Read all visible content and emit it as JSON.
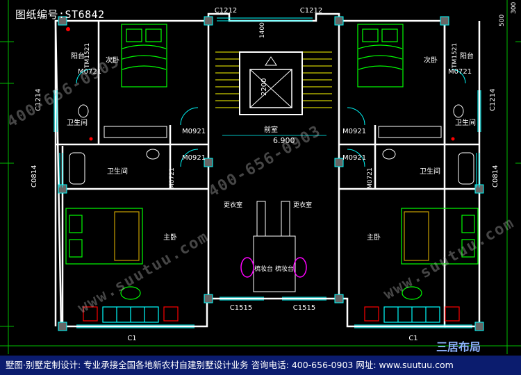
{
  "drawing_number": "图纸编号:ST6842",
  "windows": {
    "top_left": "C1212",
    "top_right": "C1212",
    "left_side": "C1214",
    "right_side": "C1214",
    "left_lower": "C0814",
    "right_lower": "C0814",
    "bottom_center_left": "C1515",
    "bottom_center_right": "C1515",
    "bottom_left": "C1",
    "bottom_right": "C1",
    "balcony_left": "TM1521",
    "balcony_right": "TM1521"
  },
  "doors": {
    "balcony_left": "M0721",
    "balcony_right": "M0721",
    "bath_left_upper": "M0921",
    "bath_right_upper": "M0921",
    "master_left": "M0921",
    "master_right": "M0921",
    "master_left_bath": "M0721",
    "master_right_bath": "M0721"
  },
  "rooms": {
    "balcony_left": "阳台",
    "balcony_right": "阳台",
    "secondary_bedroom_left": "次卧",
    "secondary_bedroom_right": "次卧",
    "bathroom_upper_left": "卫生间",
    "bathroom_upper_right": "卫生间",
    "bathroom_lower_left": "卫生间",
    "bathroom_lower_right": "卫生间",
    "master_left": "主卧",
    "master_right": "主卧",
    "closet_left": "更衣室",
    "closet_right": "更衣室",
    "vanity_left": "梳妆台",
    "vanity_right": "梳妆台",
    "lobby": "前室",
    "elevator_dim": "2200",
    "stair_dim": "1400"
  },
  "elevation": "6.900",
  "dimensions": {
    "right_top_1": "500",
    "right_top_2": "300"
  },
  "footer": {
    "text": "墅图·别墅定制设计: 专业承接全国各地新农村自建别墅设计业务 咨询电话: 400-656-0903 网址: www.suutuu.com"
  },
  "brand_mark": "三居布局",
  "watermarks": [
    "400-656-0903",
    "www.suutuu.com",
    "400-656-0903",
    "www.suutuu.com"
  ],
  "colors": {
    "wall": "#ffffff",
    "furniture": "#00ff00",
    "fixture": "#00ffff",
    "accent": "#ff00ff",
    "marker": "#ff0000",
    "footer_bg": "#0b1c6e"
  }
}
